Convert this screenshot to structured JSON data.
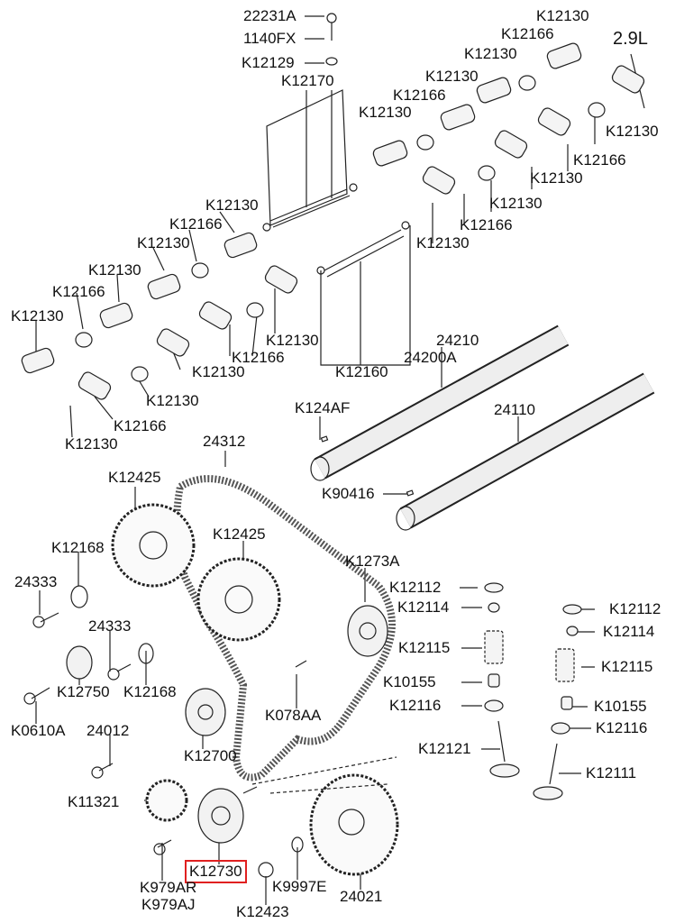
{
  "diagram": {
    "variant_label": "2.9L",
    "highlight_color": "#e02020",
    "highlighted_part": "K12730",
    "labels": [
      "22231A",
      "1140FX",
      "K12129",
      "K12130",
      "K12166",
      "2.9L",
      "K12130",
      "K12170",
      "K12130",
      "K12166",
      "K12130",
      "K12130",
      "K12166",
      "K12130",
      "K12130",
      "K12130",
      "K12166",
      "K12166",
      "K12130",
      "K12130",
      "K12130",
      "K12166",
      "K12130",
      "K12130",
      "24210",
      "24200A",
      "K12130",
      "K12166",
      "K12160",
      "K12130",
      "24110",
      "K124AF",
      "K12166",
      "K12130",
      "24312",
      "K12425",
      "K90416",
      "K12168",
      "K12425",
      "K1273A",
      "24333",
      "K12112",
      "K12114",
      "K12112",
      "24333",
      "K12114",
      "K12115",
      "K12115",
      "K10155",
      "K12750",
      "K12168",
      "K12116",
      "K10155",
      "K078AA",
      "K0610A",
      "24012",
      "K12116",
      "K12700",
      "K12121",
      "K12111",
      "K11321",
      "K12730",
      "K9997E",
      "24021",
      "K979AR",
      "K979AJ",
      "K12423"
    ]
  }
}
